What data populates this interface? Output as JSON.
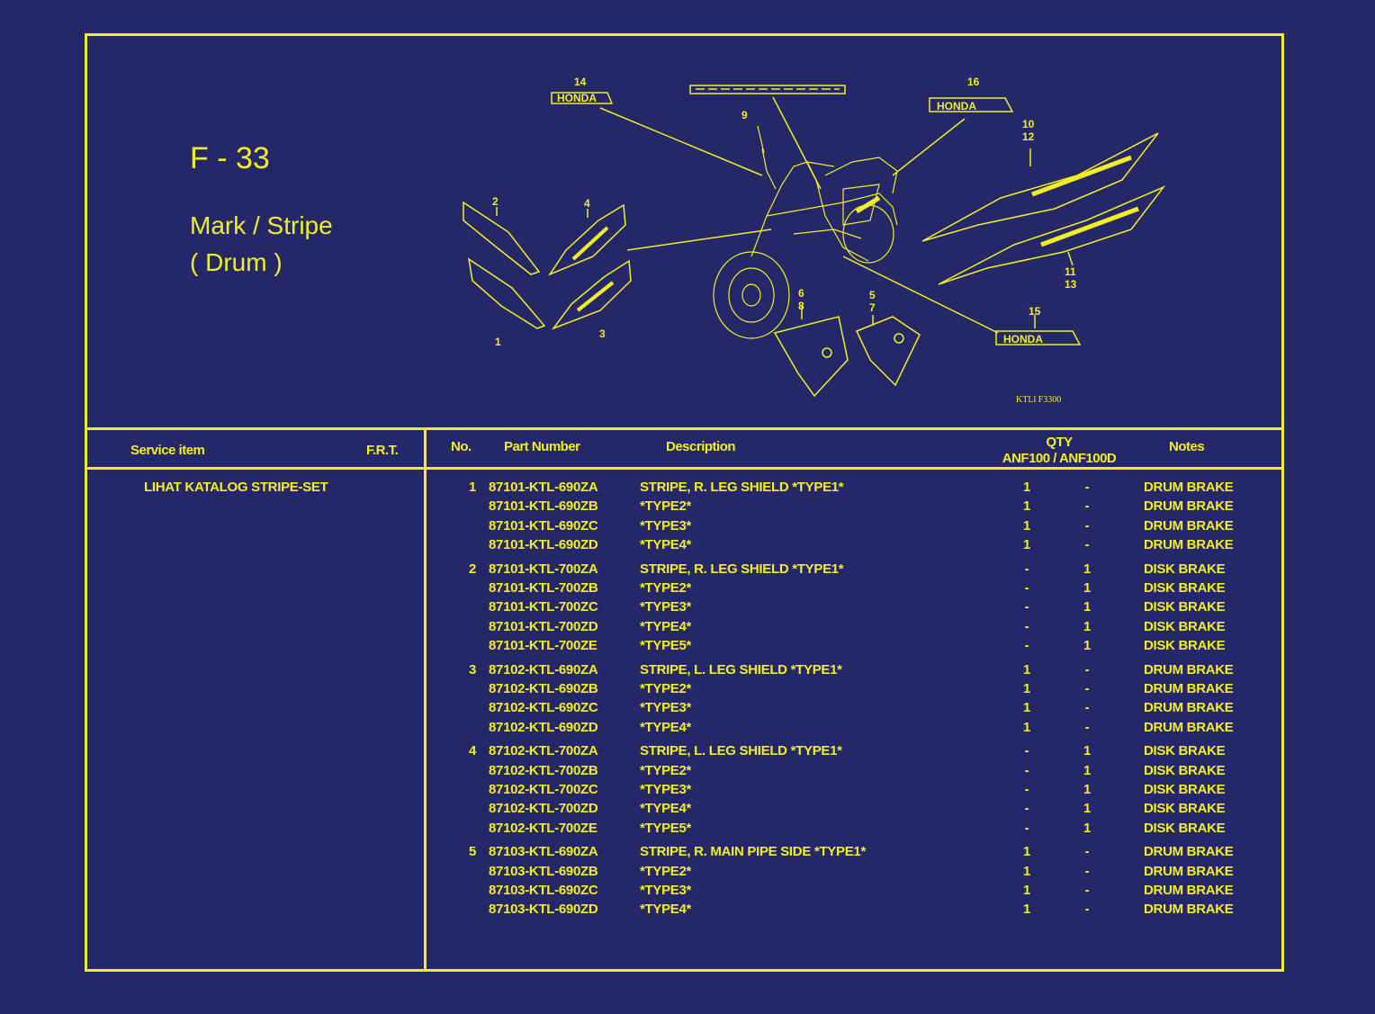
{
  "figure": {
    "code": "F - 33",
    "title_line1": "Mark / Stripe",
    "title_line2": "( Drum )"
  },
  "diagram": {
    "labels": [
      "14",
      "9",
      "16",
      "10",
      "12",
      "2",
      "4",
      "1",
      "3",
      "6",
      "8",
      "5",
      "7",
      "11",
      "13",
      "15"
    ],
    "decal_text": "HONDA",
    "ref_code": "KTLl  F3300"
  },
  "table": {
    "headers": {
      "service_item": "Service item",
      "frt": "F.R.T.",
      "no": "No.",
      "part_number": "Part Number",
      "description": "Description",
      "qty": "QTY",
      "qty_models": "ANF100 / ANF100D",
      "notes": "Notes"
    },
    "service_item_value": "LIHAT KATALOG STRIPE-SET",
    "rows": [
      {
        "no": "1",
        "pn": "87101-KTL-690ZA",
        "desc": "STRIPE, R. LEG SHIELD  *TYPE1*",
        "q1": "1",
        "q2": "-",
        "note": "DRUM BRAKE"
      },
      {
        "no": "",
        "pn": "87101-KTL-690ZB",
        "desc": "*TYPE2*",
        "q1": "1",
        "q2": "-",
        "note": "DRUM BRAKE"
      },
      {
        "no": "",
        "pn": "87101-KTL-690ZC",
        "desc": "*TYPE3*",
        "q1": "1",
        "q2": "-",
        "note": "DRUM BRAKE"
      },
      {
        "no": "",
        "pn": "87101-KTL-690ZD",
        "desc": "*TYPE4*",
        "q1": "1",
        "q2": "-",
        "note": "DRUM BRAKE"
      },
      {
        "no": "2",
        "pn": "87101-KTL-700ZA",
        "desc": "STRIPE, R. LEG SHIELD   *TYPE1*",
        "q1": "-",
        "q2": "1",
        "note": "DISK BRAKE"
      },
      {
        "no": "",
        "pn": "87101-KTL-700ZB",
        "desc": "*TYPE2*",
        "q1": "-",
        "q2": "1",
        "note": "DISK BRAKE"
      },
      {
        "no": "",
        "pn": "87101-KTL-700ZC",
        "desc": "*TYPE3*",
        "q1": "-",
        "q2": "1",
        "note": "DISK BRAKE"
      },
      {
        "no": "",
        "pn": "87101-KTL-700ZD",
        "desc": "*TYPE4*",
        "q1": "-",
        "q2": "1",
        "note": "DISK BRAKE"
      },
      {
        "no": "",
        "pn": "87101-KTL-700ZE",
        "desc": "*TYPE5*",
        "q1": "-",
        "q2": "1",
        "note": "DISK BRAKE"
      },
      {
        "no": "3",
        "pn": "87102-KTL-690ZA",
        "desc": "STRIPE, L. LEG SHIELD  *TYPE1*",
        "q1": "1",
        "q2": "-",
        "note": "DRUM BRAKE"
      },
      {
        "no": "",
        "pn": "87102-KTL-690ZB",
        "desc": "*TYPE2*",
        "q1": "1",
        "q2": "-",
        "note": "DRUM BRAKE"
      },
      {
        "no": "",
        "pn": "87102-KTL-690ZC",
        "desc": "*TYPE3*",
        "q1": "1",
        "q2": "-",
        "note": "DRUM BRAKE"
      },
      {
        "no": "",
        "pn": "87102-KTL-690ZD",
        "desc": "*TYPE4*",
        "q1": "1",
        "q2": "-",
        "note": "DRUM BRAKE"
      },
      {
        "no": "4",
        "pn": "87102-KTL-700ZA",
        "desc": "STRIPE, L. LEG SHIELD  *TYPE1*",
        "q1": "-",
        "q2": "1",
        "note": "DISK BRAKE"
      },
      {
        "no": "",
        "pn": "87102-KTL-700ZB",
        "desc": "*TYPE2*",
        "q1": "-",
        "q2": "1",
        "note": "DISK BRAKE"
      },
      {
        "no": "",
        "pn": "87102-KTL-700ZC",
        "desc": "*TYPE3*",
        "q1": "-",
        "q2": "1",
        "note": "DISK BRAKE"
      },
      {
        "no": "",
        "pn": "87102-KTL-700ZD",
        "desc": "*TYPE4*",
        "q1": "-",
        "q2": "1",
        "note": "DISK BRAKE"
      },
      {
        "no": "",
        "pn": "87102-KTL-700ZE",
        "desc": "*TYPE5*",
        "q1": "-",
        "q2": "1",
        "note": "DISK BRAKE"
      },
      {
        "no": "5",
        "pn": "87103-KTL-690ZA",
        "desc": "STRIPE, R. MAIN PIPE SIDE   *TYPE1*",
        "q1": "1",
        "q2": "-",
        "note": "DRUM BRAKE"
      },
      {
        "no": "",
        "pn": "87103-KTL-690ZB",
        "desc": "*TYPE2*",
        "q1": "1",
        "q2": "-",
        "note": "DRUM BRAKE"
      },
      {
        "no": "",
        "pn": "87103-KTL-690ZC",
        "desc": "*TYPE3*",
        "q1": "1",
        "q2": "-",
        "note": "DRUM BRAKE"
      },
      {
        "no": "",
        "pn": "87103-KTL-690ZD",
        "desc": "*TYPE4*",
        "q1": "1",
        "q2": "-",
        "note": "DRUM BRAKE"
      }
    ]
  },
  "colors": {
    "background": "#252868",
    "ink": "#f3ee22"
  }
}
